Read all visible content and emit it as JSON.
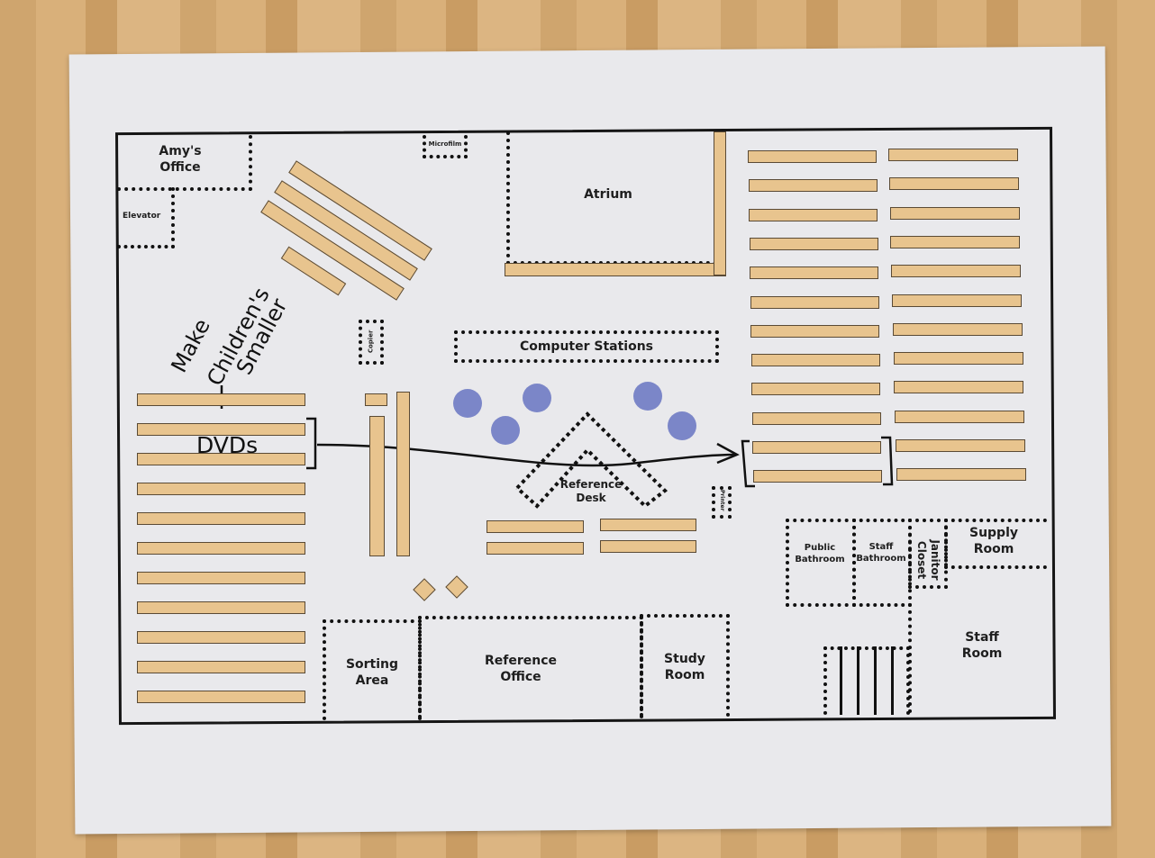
{
  "rooms": {
    "amys_office": "Amy's Office",
    "elevator": "Elevator",
    "microfilm": "Microfilm",
    "atrium": "Atrium",
    "copier": "Copier",
    "computer_stations": "Computer Stations",
    "reference_desk": "Reference Desk",
    "printer": "Printer",
    "public_bathroom": "Public Bathroom",
    "staff_bathroom": "Staff Bathroom",
    "janitor_closet": "Janitor Closet",
    "supply_room": "Supply Room",
    "staff_room": "Staff Room",
    "sorting_area": "Sorting Area",
    "reference_office": "Reference Office",
    "study_room": "Study Room"
  },
  "annotations": {
    "note_line1": "Make",
    "note_line2": "Children's",
    "note_line3": "Smaller",
    "dvds": "DVDs"
  },
  "colors": {
    "shelf": "#e8c48e",
    "table": "#7b86c8"
  }
}
